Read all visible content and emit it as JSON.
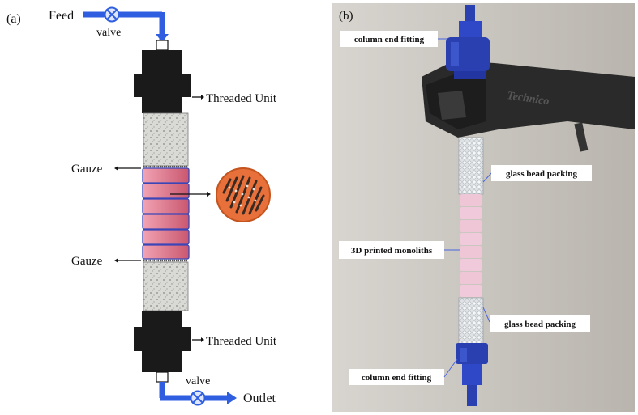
{
  "panel_a": {
    "tag": "(a)",
    "feed": "Feed",
    "valve_top": "valve",
    "threaded_top": "Threaded Unit",
    "gauze_top": "Gauze",
    "gauze_bottom": "Gauze",
    "threaded_bottom": "Threaded Unit",
    "valve_bottom": "valve",
    "outlet": "Outlet"
  },
  "panel_b": {
    "tag": "(b)",
    "fitting_top": "column end fitting",
    "bead_top": "glass bead packing",
    "monoliths": "3D printed monoliths",
    "bead_bottom": "glass bead packing",
    "fitting_bottom": "column end fitting",
    "clamp_text": "Technico"
  },
  "colors": {
    "pipe": "#2f5fe0",
    "monolith": "#e07f95",
    "disc": "#e8703a",
    "fitting": "#1a1a1a",
    "photo_bg": "#c8c4be",
    "blue_fitting": "#2a3fb0"
  }
}
